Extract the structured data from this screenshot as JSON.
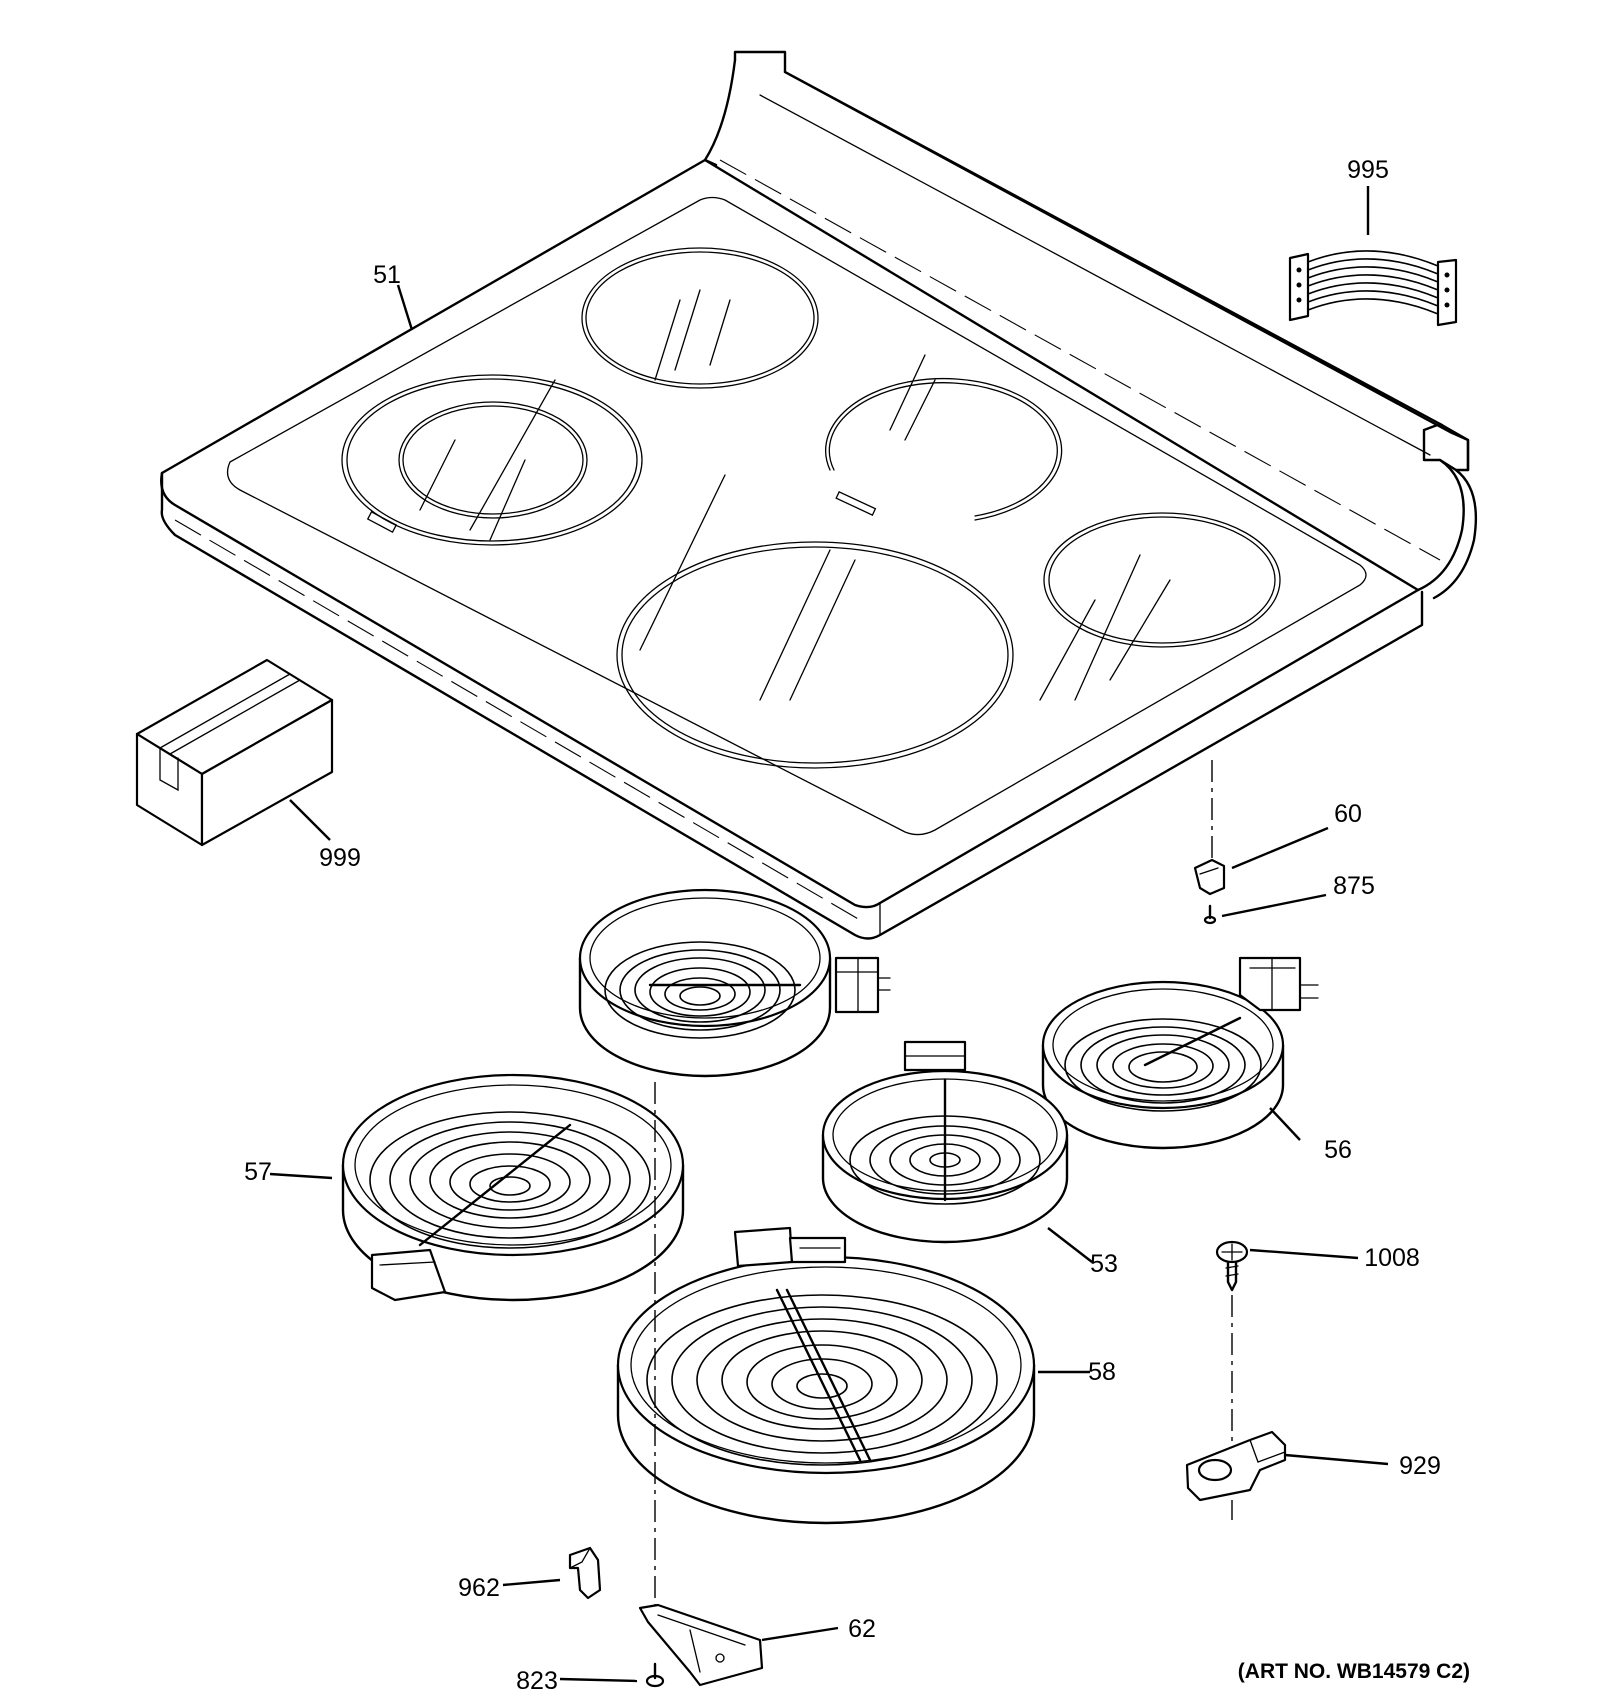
{
  "parts": [
    {
      "id": "995",
      "name": "wire-harness"
    },
    {
      "id": "51",
      "name": "glass-cooktop"
    },
    {
      "id": "999",
      "name": "part-box"
    },
    {
      "id": "60",
      "name": "clip"
    },
    {
      "id": "875",
      "name": "screw"
    },
    {
      "id": "57",
      "name": "large-radiant-element"
    },
    {
      "id": "56",
      "name": "small-radiant-element-right"
    },
    {
      "id": "53",
      "name": "warming-element"
    },
    {
      "id": "1008",
      "name": "screw-1008"
    },
    {
      "id": "58",
      "name": "dual-radiant-element"
    },
    {
      "id": "929",
      "name": "bracket-929"
    },
    {
      "id": "962",
      "name": "clip-962"
    },
    {
      "id": "62",
      "name": "bracket-62"
    },
    {
      "id": "823",
      "name": "screw-823"
    }
  ],
  "art_number": "(ART NO. WB14579 C2)"
}
